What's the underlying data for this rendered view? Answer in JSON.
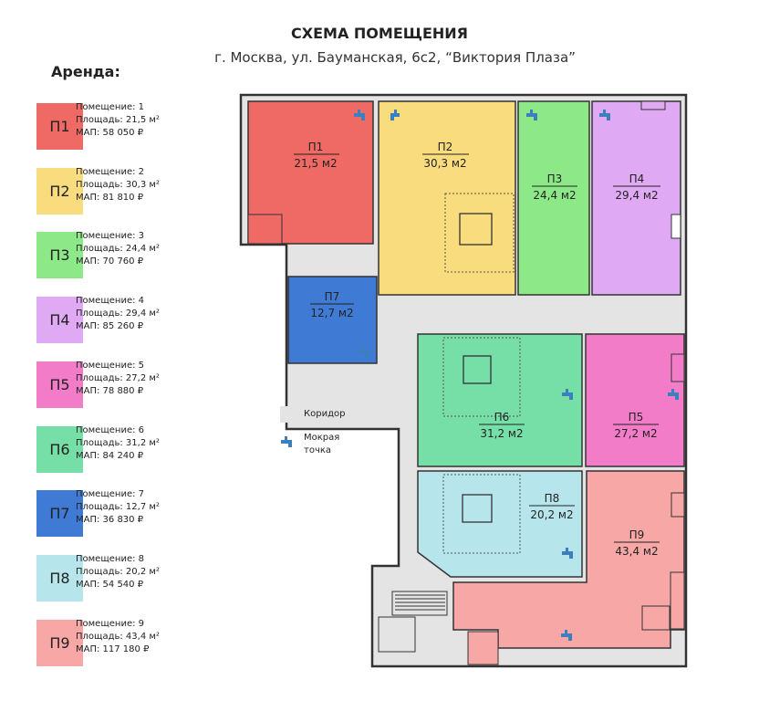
{
  "header": {
    "title": "СХЕМА ПОМЕЩЕНИЯ",
    "address": "г. Москва, ул. Бауманская, 6с2, “Виктория Плаза”"
  },
  "legend": {
    "title": "Аренда:",
    "items": [
      {
        "code": "П1",
        "room": "Помещение: 1",
        "area": "Площадь: 21,5 м²",
        "price": "МАП: 58 050 ₽",
        "color": "#ef6a64"
      },
      {
        "code": "П2",
        "room": "Помещение: 2",
        "area": "Площадь: 30,3 м²",
        "price": "МАП: 81 810 ₽",
        "color": "#f9dc7e"
      },
      {
        "code": "П3",
        "room": "Помещение: 3",
        "area": "Площадь: 24,4 м²",
        "price": "МАП:  70 760 ₽",
        "color": "#8de987"
      },
      {
        "code": "П4",
        "room": "Помещение: 4",
        "area": "Площадь: 29,4 м²",
        "price": "МАП:  85 260 ₽",
        "color": "#e0a9f4"
      },
      {
        "code": "П5",
        "room": "Помещение: 5",
        "area": "Площадь: 27,2 м²",
        "price": "МАП: 78 880 ₽",
        "color": "#f27cc7"
      },
      {
        "code": "П6",
        "room": "Помещение: 6",
        "area": "Площадь: 31,2 м²",
        "price": "МАП: 84 240 ₽",
        "color": "#76dea7"
      },
      {
        "code": "П7",
        "room": "Помещение: 7",
        "area": "Площадь: 12,7 м²",
        "price": "МАП: 36 830 ₽",
        "color": "#3f7ad4"
      },
      {
        "code": "П8",
        "room": "Помещение: 8",
        "area": "Площадь: 20,2 м²",
        "price": "МАП: 54 540 ₽",
        "color": "#b6e6ec"
      },
      {
        "code": "П9",
        "room": "Помещение: 9",
        "area": "Площадь: 43,4 м²",
        "price": "МАП: 117 180 ₽",
        "color": "#f6a7a6"
      }
    ]
  },
  "plan": {
    "rooms": [
      {
        "code": "П1",
        "area": "21,5 м2"
      },
      {
        "code": "П2",
        "area": "30,3 м2"
      },
      {
        "code": "П3",
        "area": "24,4 м2"
      },
      {
        "code": "П4",
        "area": "29,4 м2"
      },
      {
        "code": "П5",
        "area": "27,2 м2"
      },
      {
        "code": "П6",
        "area": "31,2 м2"
      },
      {
        "code": "П7",
        "area": "12,7 м2"
      },
      {
        "code": "П8",
        "area": "20,2 м2"
      },
      {
        "code": "П9",
        "area": "43,4 м2"
      }
    ],
    "corridor_color": "#e4e4e4",
    "wall_color": "#333333",
    "tap_color": "#3b7fbf"
  },
  "key": {
    "corridor_label": "Коридор",
    "wet_point_line1": "Мокрая",
    "wet_point_line2": "точка"
  }
}
